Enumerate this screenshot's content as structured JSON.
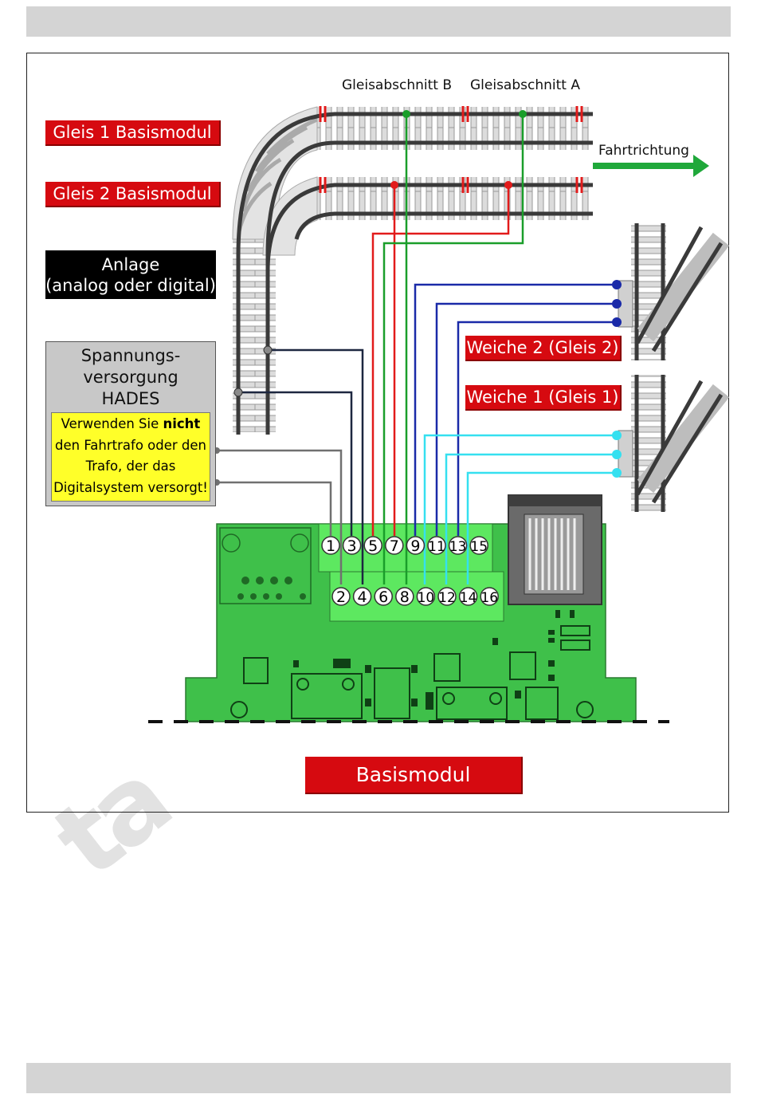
{
  "labels": {
    "section_b": "Gleisabschnitt B",
    "section_a": "Gleisabschnitt A",
    "direction": "Fahrtrichtung",
    "track1": "Gleis 1 Basismodul",
    "track2": "Gleis 2 Basismodul",
    "layout_line1": "Anlage",
    "layout_line2": "(analog oder digital)",
    "psu_line1": "Spannungs-",
    "psu_line2": "versorgung",
    "psu_line3": "HADES",
    "warn_pre": "Verwenden Sie ",
    "warn_bold": "nicht",
    "warn_line2": "den Fahrtrafo oder den",
    "warn_line3": "Trafo, der das",
    "warn_line4": "Digitalsystem versorgt!",
    "switch2": "Weiche 2 (Gleis 2)",
    "switch1": "Weiche 1 (Gleis 1)",
    "module": "Basismodul"
  },
  "terminals_top": [
    "1",
    "3",
    "5",
    "7",
    "9",
    "11",
    "13",
    "15"
  ],
  "terminals_bottom": [
    "2",
    "4",
    "6",
    "8",
    "10",
    "12",
    "14",
    "16"
  ],
  "colors": {
    "red_label": "#d60a10",
    "pcb_green": "#3fc04a",
    "wire_red": "#e21b1b",
    "wire_green": "#1a9e2a",
    "wire_blue": "#1a2aa8",
    "wire_cyan": "#35e0f0",
    "wire_dark": "#1d2740",
    "wire_gray": "#707070",
    "arrow_green": "#1fa83a",
    "warning_yellow": "#ffff29"
  },
  "icons": [
    "rail-track",
    "turnout-switch",
    "green-arrow",
    "circuit-board"
  ]
}
